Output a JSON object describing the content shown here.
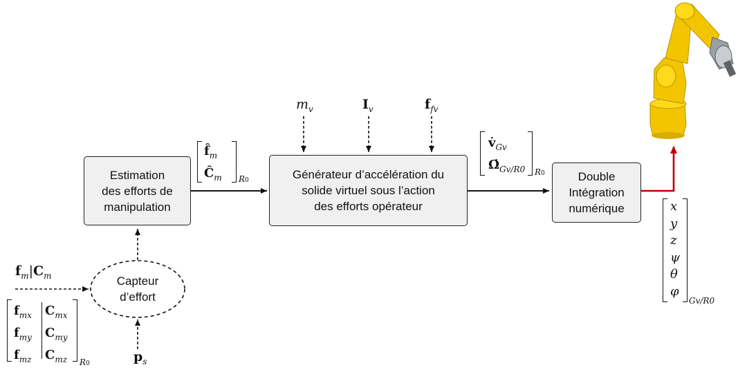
{
  "blocks": {
    "estimation": "Estimation\ndes efforts de\nmanipulation",
    "generator": "Générateur d’accélération du\nsolide virtuel sous l’action\ndes efforts opérateur",
    "integration": "Double\nIntégration\nnumérique",
    "sensor": "Capteur\nd’effort"
  },
  "inputs": {
    "mass": {
      "symbol": "m",
      "sub": "v"
    },
    "inertia": {
      "symbol": "I",
      "sub": "v"
    },
    "friction": {
      "symbol": "f",
      "sub": "fv"
    },
    "position_sensor": {
      "symbol": "p",
      "sub": "s"
    },
    "force_torque": {
      "f": "f",
      "f_sub": "m",
      "sep": "|",
      "c": "C",
      "c_sub": "m"
    }
  },
  "matrices": {
    "estimated": {
      "rows": [
        "f̂",
        "Ĉ"
      ],
      "row_subs": [
        "m",
        "m"
      ],
      "frame": "R",
      "frame_sub": "0"
    },
    "acceleration": {
      "rows": [
        "v̇",
        "Ω̇"
      ],
      "row_subs": [
        "Gv",
        "Gv/R0"
      ],
      "frame": "R",
      "frame_sub": "0"
    },
    "components": {
      "left": [
        "f",
        "f",
        "f"
      ],
      "left_subs": [
        "mx",
        "my",
        "mz"
      ],
      "right": [
        "C",
        "C",
        "C"
      ],
      "right_subs": [
        "mx",
        "my",
        "mz"
      ],
      "frame": "R",
      "frame_sub": "0"
    },
    "pose": {
      "rows": [
        "x",
        "y",
        "z",
        "ψ",
        "θ",
        "φ"
      ],
      "frame": "Gv/R0"
    }
  },
  "colors": {
    "robot": "#f2c500",
    "output_line": "#c00000",
    "box_fill": "#f0f0f0"
  },
  "icons": {
    "robot": "industrial-robot-arm-icon"
  }
}
